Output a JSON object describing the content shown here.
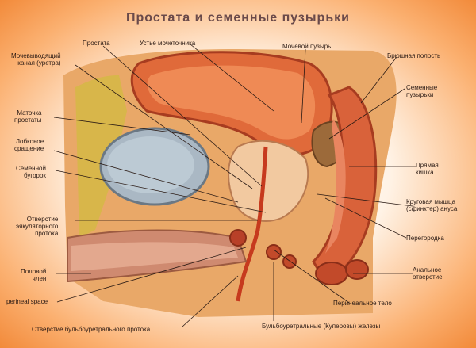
{
  "title": "Простата и семенные пузырьки",
  "labels": {
    "urethra": "Мочевыводящий\nканал (уретра)",
    "prostate": "Простата",
    "urethra_mouth": "Устье мочеточника",
    "bladder": "Мочевой пузырь",
    "abdominal": "Брюшная полость",
    "seminal_vesicles": "Семенные\nпузырьки",
    "uterus_prostate": "Маточка\nпростаты",
    "pubic_joint": "Лобковое\nсращение",
    "seminal_tubercle": "Семенной\nбугорок",
    "rectum": "Прямая\nкишка",
    "sphincter": "Круговая мышца\n(сфинктер) ануса",
    "ejaculatory_duct": "Отверстие\nэякуляторного\nпротока",
    "septum": "Перегородка",
    "penis": "Половой\nчлен",
    "anal_opening": "Анальное\nотверстие",
    "perineal_space": "perineal space",
    "perineal_body": "Перинеальное тело",
    "bulbourethral_duct": "Отверстие бульбоуретрального протока",
    "cowper_glands": "Бульбоуретральные (Куперовы) железы"
  }
}
